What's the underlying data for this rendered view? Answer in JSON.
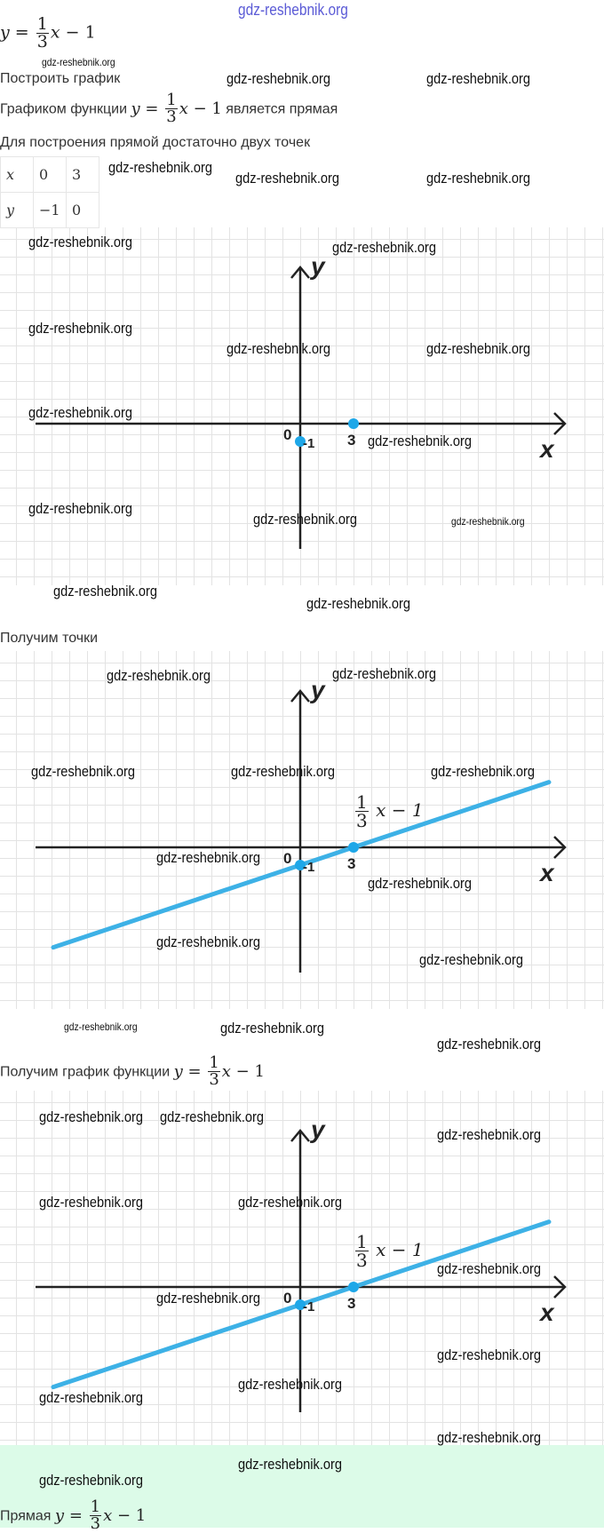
{
  "watermark": "gdz-reshebnik.org",
  "formula": {
    "lhs": "y",
    "eq": "=",
    "num": "1",
    "den": "3",
    "var": "x",
    "rest": "− 1"
  },
  "heading": "Построить график",
  "line1": {
    "before": "Графиком функции",
    "after": "является прямая"
  },
  "line2": "Для построения прямой достаточно двух точек",
  "table": {
    "rows": [
      {
        "label": "x",
        "values": [
          "0",
          "3"
        ]
      },
      {
        "label": "y",
        "values": [
          "−1",
          "0"
        ]
      }
    ]
  },
  "get_points": "Получим точки",
  "get_graph": "Получим график функции",
  "answer_prefix": "Прямая",
  "graph": {
    "x_label": "x",
    "y_label": "y",
    "origin_label": "0",
    "point_x_label": "3",
    "point_y_label": "-1",
    "line_label": {
      "num": "1",
      "den": "3",
      "rest": "x − 1"
    },
    "points": [
      [
        0,
        -1
      ],
      [
        3,
        0
      ]
    ],
    "slope": 0.3333,
    "intercept": -1,
    "line_color": "#3db1e6",
    "point_color": "#1ea7e8"
  }
}
